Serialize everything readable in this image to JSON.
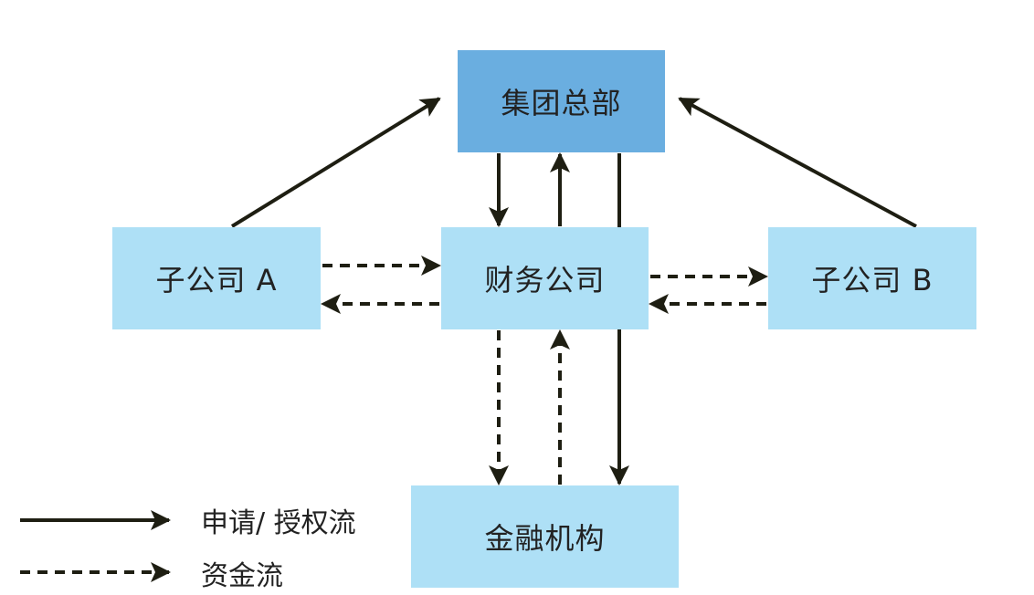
{
  "colors": {
    "hq_fill": "#6aaee0",
    "node_fill": "#aee0f6",
    "arrow": "#1e1e12"
  },
  "nodes": {
    "hq": "集团总部",
    "sub_a": "子公司 A",
    "finance": "财务公司",
    "sub_b": "子公司 B",
    "bank": "金融机构"
  },
  "edges": [
    {
      "from": "sub_a",
      "to": "hq",
      "style": "solid"
    },
    {
      "from": "sub_b",
      "to": "hq",
      "style": "solid"
    },
    {
      "from": "hq",
      "to": "finance",
      "style": "solid"
    },
    {
      "from": "finance",
      "to": "hq",
      "style": "solid"
    },
    {
      "from": "hq",
      "to": "bank",
      "style": "solid"
    },
    {
      "from": "sub_a",
      "to": "finance",
      "style": "dashed"
    },
    {
      "from": "finance",
      "to": "sub_a",
      "style": "dashed"
    },
    {
      "from": "finance",
      "to": "sub_b",
      "style": "dashed"
    },
    {
      "from": "sub_b",
      "to": "finance",
      "style": "dashed"
    },
    {
      "from": "finance",
      "to": "bank",
      "style": "dashed"
    },
    {
      "from": "bank",
      "to": "finance",
      "style": "dashed"
    }
  ],
  "legend": {
    "solid_label": "申请/ 授权流",
    "dashed_label": "资金流"
  }
}
